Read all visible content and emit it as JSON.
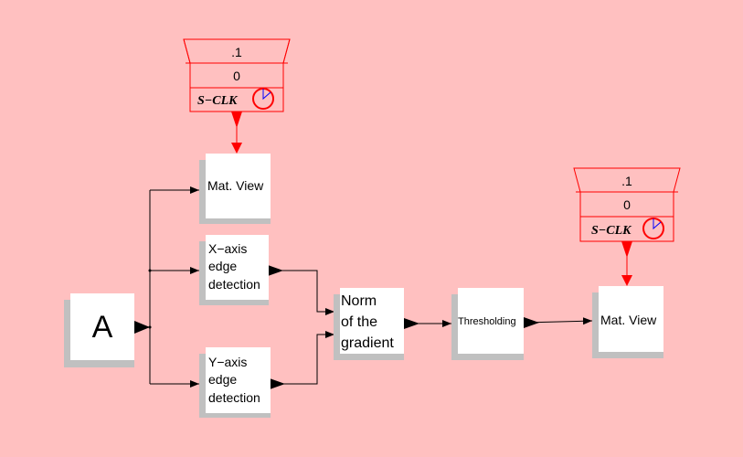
{
  "blocks": {
    "source": {
      "label": "A"
    },
    "matview_top": {
      "label": "Mat. View"
    },
    "x_edge": {
      "line1": "X−axis",
      "line2": "edge",
      "line3": "detection"
    },
    "y_edge": {
      "line1": "Y−axis",
      "line2": "edge",
      "line3": "detection"
    },
    "norm": {
      "line1": "Norm",
      "line2": "of the",
      "line3": "gradient"
    },
    "threshold": {
      "label": "Thresholding"
    },
    "matview_right": {
      "label": "Mat. View"
    }
  },
  "clocks": [
    {
      "period": ".1",
      "init": "0",
      "label": "S−CLK"
    },
    {
      "period": ".1",
      "init": "0",
      "label": "S−CLK"
    }
  ],
  "colors": {
    "background": "#ffc0c0",
    "block": "#ffffff",
    "shadow": "#c0c0c0",
    "link": "#000000",
    "clock": "#ff0000",
    "clock_hand": "#0000ff"
  }
}
